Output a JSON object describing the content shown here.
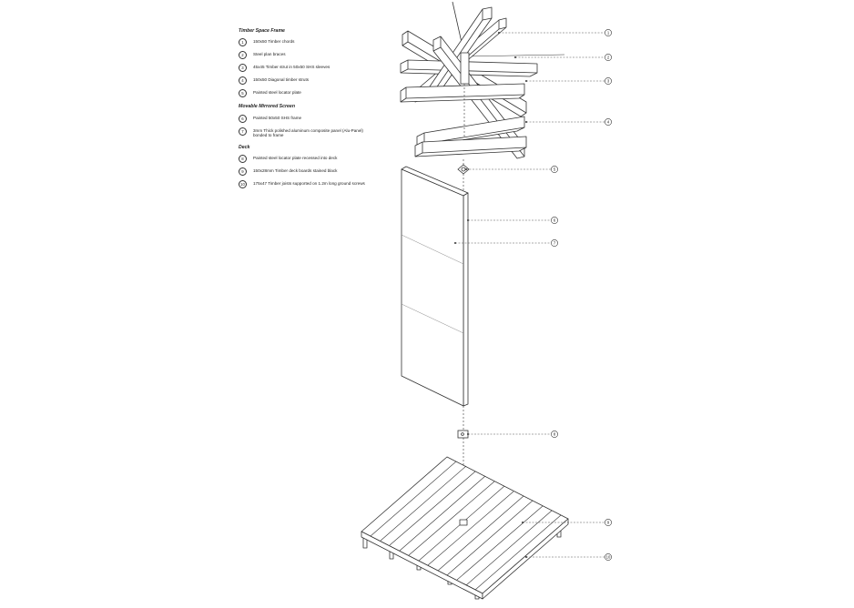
{
  "legend": {
    "sections": [
      {
        "title": "Timber Space Frame",
        "items": [
          {
            "num": "1",
            "text": "150x50 Timber chords"
          },
          {
            "num": "2",
            "text": "Steel plan braces"
          },
          {
            "num": "3",
            "text": "45x45 Timber strut in 50x50 SHS sleeves"
          },
          {
            "num": "4",
            "text": "150x50 Diagonal timber struts"
          },
          {
            "num": "5",
            "text": "Painted steel locator plate"
          }
        ]
      },
      {
        "title": "Movable Mirrored Screen",
        "items": [
          {
            "num": "6",
            "text": "Painted 50x50 SHS frame"
          },
          {
            "num": "7",
            "text": "3mm Thick polished aluminum composite panel (Alu-Panel) bonded to frame"
          }
        ]
      },
      {
        "title": "Deck",
        "items": [
          {
            "num": "8",
            "text": "Painted steel locator plate recessed into deck"
          },
          {
            "num": "9",
            "text": "150x28mm Timber deck boards stained black"
          },
          {
            "num": "10",
            "text": "175x47 Timber joists supported on 1.2m long ground screws"
          }
        ]
      }
    ]
  },
  "callouts": [
    "1",
    "2",
    "3",
    "4",
    "5",
    "6",
    "7",
    "8",
    "9",
    "10"
  ]
}
